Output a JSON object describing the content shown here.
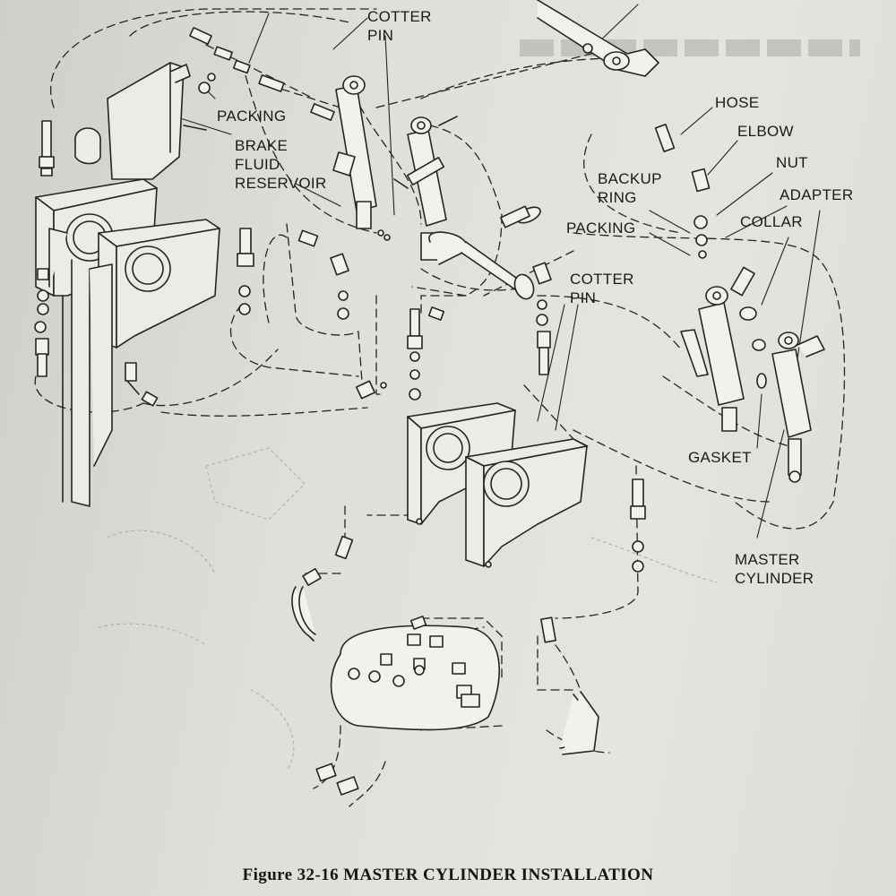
{
  "page": {
    "top_right_text": [
      "... ... ...",
      "... ... ...",
      "... ... ...",
      "... ... ..."
    ],
    "colors": {
      "paper": "#e0e1db",
      "ink": "#1b1b1b",
      "caption": "#151515"
    }
  },
  "labels": {
    "cotter_pin_top": "COTTER\nPIN",
    "packing_top": "PACKING",
    "brake_fluid_reservoir": "BRAKE\nFLUID\nRESERVOIR",
    "hose": "HOSE",
    "elbow": "ELBOW",
    "nut": "NUT",
    "backup_ring": "BACKUP\nRING",
    "adapter": "ADAPTER",
    "collar": "COLLAR",
    "packing_mid": "PACKING",
    "cotter_pin_mid": "COTTER\nPIN",
    "gasket": "GASKET",
    "master_cylinder": "MASTER\nCYLINDER"
  },
  "caption": "Figure 32-16  MASTER CYLINDER INSTALLATION"
}
